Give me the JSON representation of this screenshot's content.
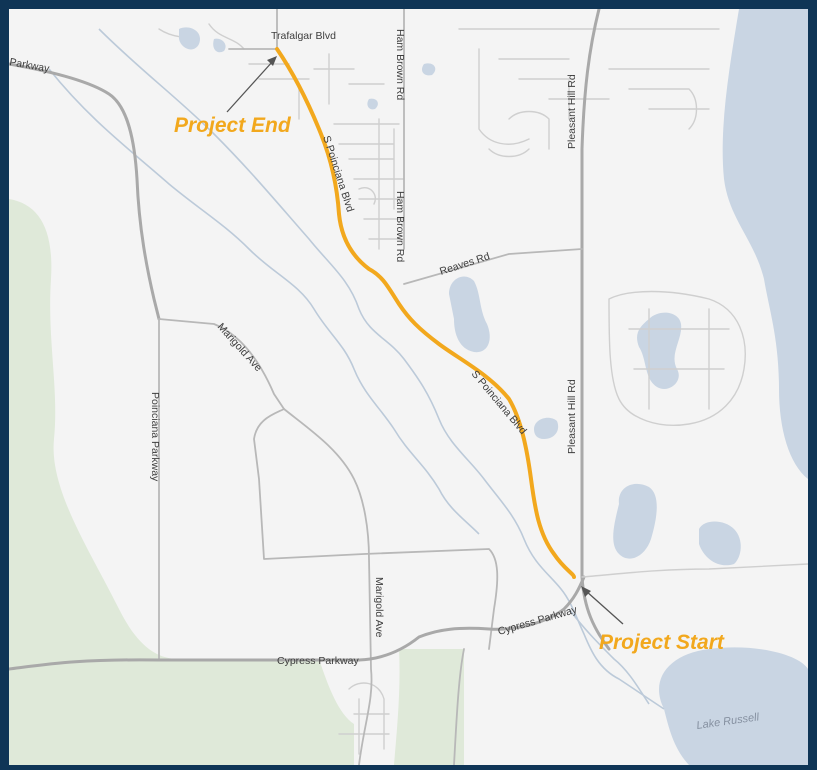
{
  "roads": {
    "trafalgar_blvd": "Trafalgar Blvd",
    "parkway_top": "Parkway",
    "ham_brown_rd_north": "Ham Brown Rd",
    "ham_brown_rd_south": "Ham Brown Rd",
    "pleasant_hill_rd_north": "Pleasant Hill Rd",
    "pleasant_hill_rd_south": "Pleasant Hill Rd",
    "s_poinciana_blvd_north": "S Poinciana Blvd",
    "s_poinciana_blvd_south": "S Poinciana Blvd",
    "reaves_rd": "Reaves Rd",
    "marigold_ave_north": "Marigold Ave",
    "marigold_ave_south": "Marigold Ave",
    "poinciana_parkway": "Poinciana Parkway",
    "cypress_parkway_west": "Cypress Parkway",
    "cypress_parkway_east": "Cypress Parkway"
  },
  "water": {
    "lake_russell": "Lake Russell"
  },
  "callouts": {
    "project_end": "Project End",
    "project_start": "Project Start"
  },
  "colors": {
    "frame": "#0f3556",
    "background": "#f4f4f4",
    "project_route": "#f2a81d",
    "water": "#c9d5e3",
    "park": "#dfe9d9"
  }
}
